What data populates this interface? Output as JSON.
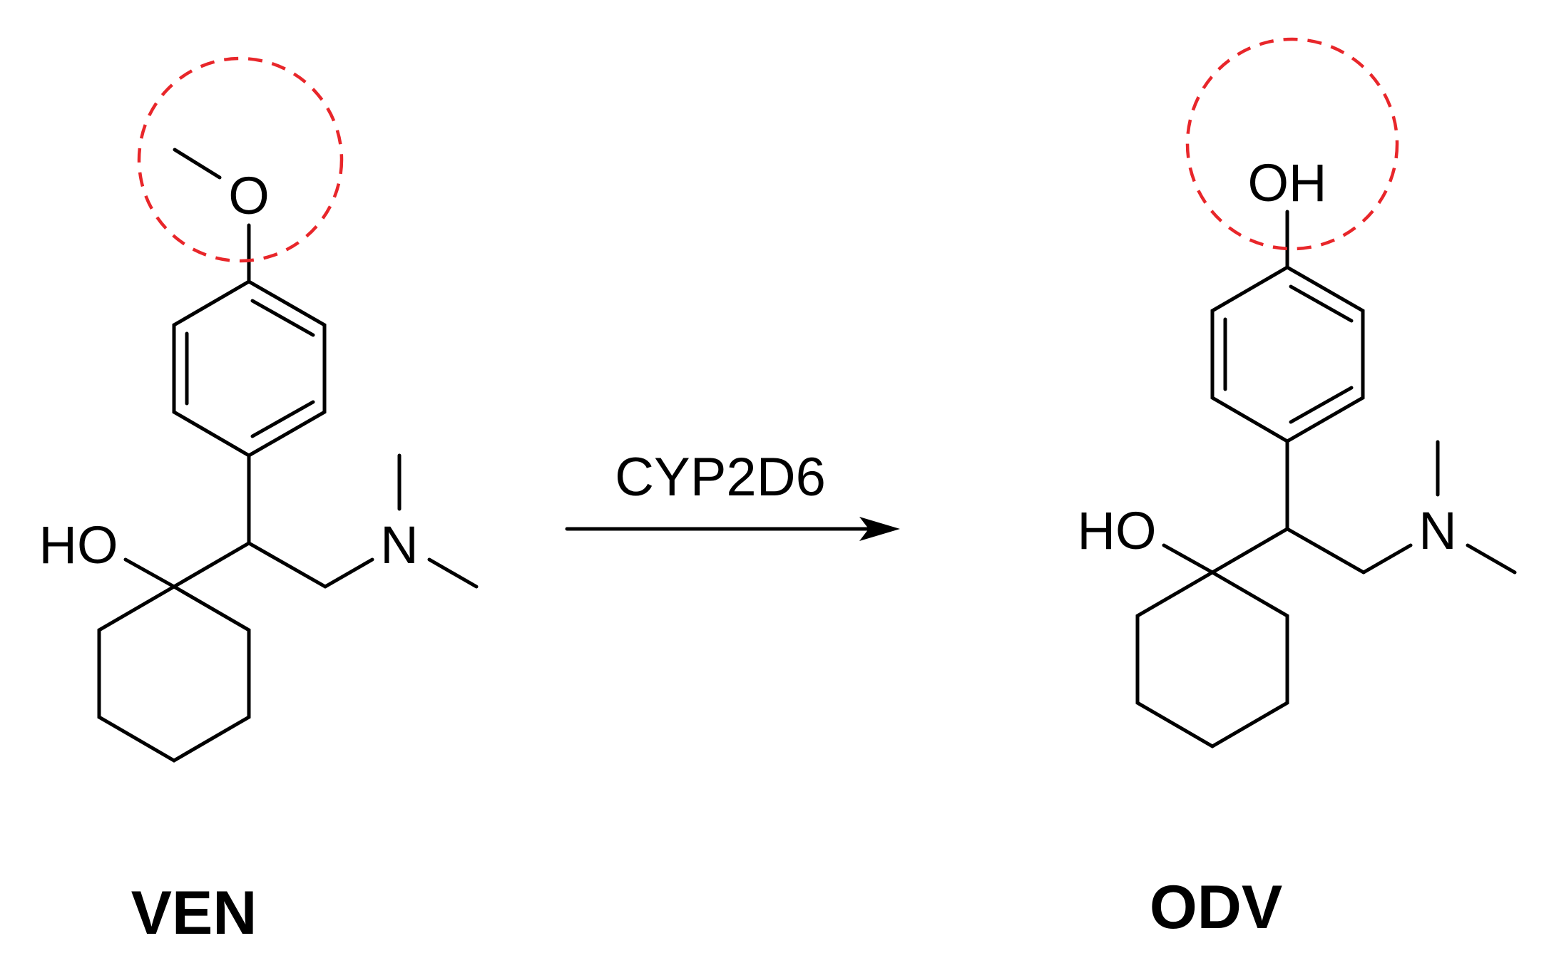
{
  "reaction": {
    "enzyme": "CYP2D6"
  },
  "reactant": {
    "label": "VEN",
    "atoms": {
      "methoxy_oxygen": "O",
      "hydroxyl": "HO",
      "amine": "N"
    }
  },
  "product": {
    "label": "ODV",
    "atoms": {
      "phenol": "OH",
      "hydroxyl": "HO",
      "amine": "N"
    }
  },
  "colors": {
    "bonds": "#000000",
    "highlight": "#e8262a"
  }
}
